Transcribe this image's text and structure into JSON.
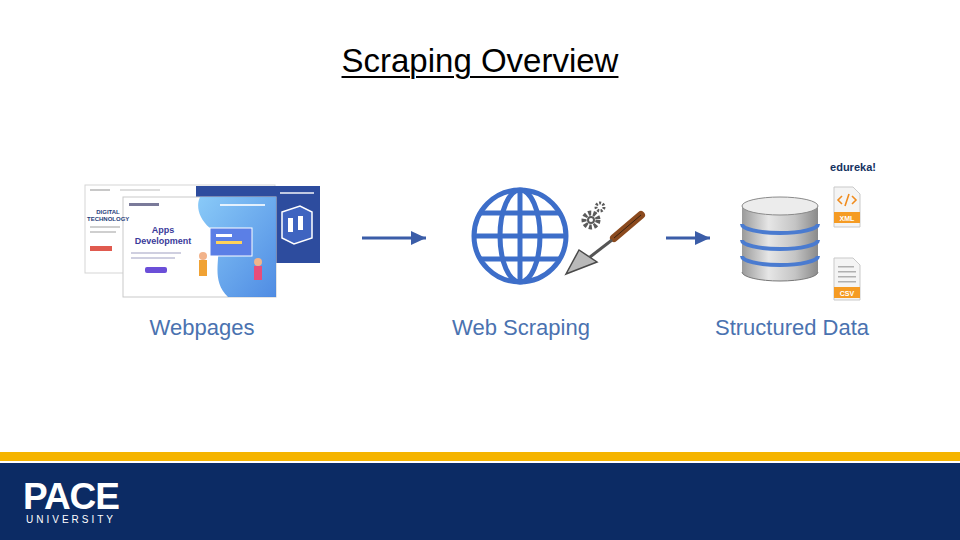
{
  "diagram": {
    "title": "Scraping Overview",
    "nodes": [
      {
        "text": [
          "Webpages"
        ]
      },
      {
        "text": [
          "Web Scraping"
        ]
      },
      {
        "text": [
          "Structured Data"
        ]
      }
    ],
    "edges": [
      {
        "from": 0,
        "to": 1,
        "arrow": "to"
      },
      {
        "from": 1,
        "to": 2,
        "arrow": "to"
      }
    ],
    "labels": [
      "DIGITAL TECHNOLOGY",
      "Apps Development",
      "edureka!",
      "XML",
      "CSV",
      "PACE",
      "UNIVERSITY"
    ]
  }
}
